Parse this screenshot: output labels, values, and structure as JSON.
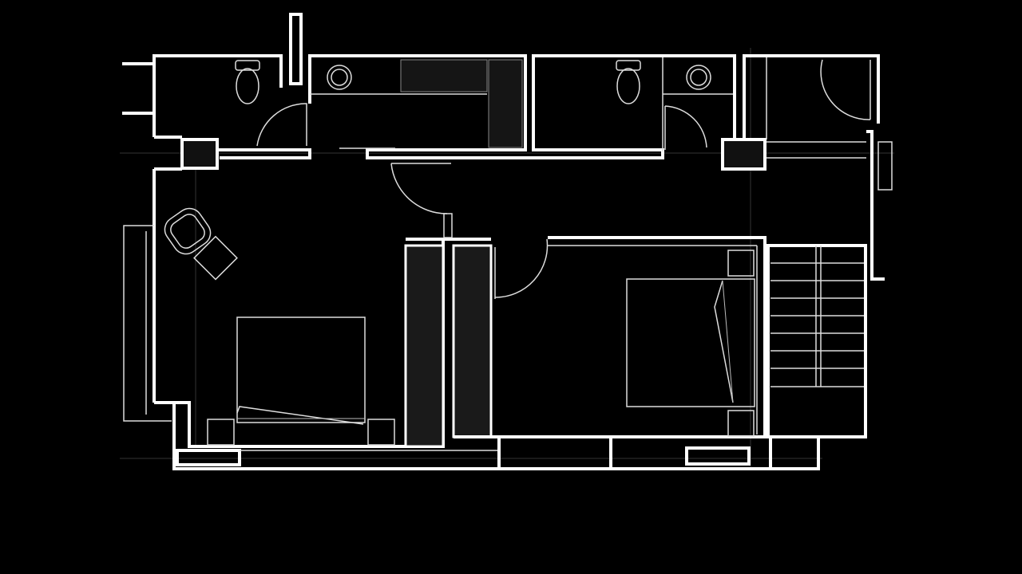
{
  "diagram": {
    "type": "floor-plan",
    "colors": {
      "background": "#000000",
      "walls": "#ffffff",
      "fixtures": "#dddddd"
    },
    "rooms": [
      "bathroom-1",
      "bathroom-2",
      "utility-room",
      "hallway",
      "bedroom-1",
      "bedroom-2",
      "staircase"
    ],
    "icons": [
      "toilet-icon",
      "sink-icon",
      "bed-icon",
      "chair-icon",
      "door-swing-icon",
      "stairs-icon"
    ]
  }
}
